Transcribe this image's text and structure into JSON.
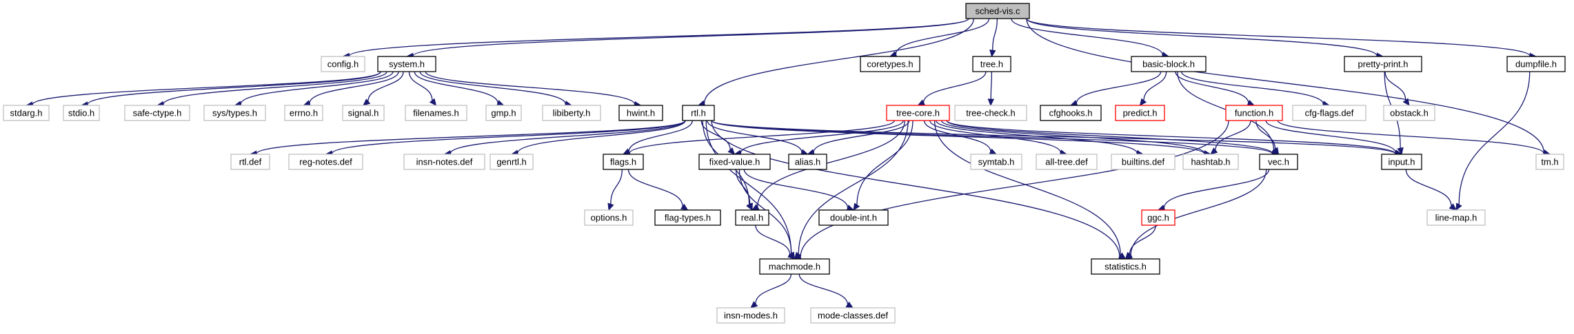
{
  "colors": {
    "edge": "#191970",
    "node_border": "#000000",
    "node_border_external": "#bfbfbf",
    "node_border_truncated": "#ff0000",
    "root_fill": "#bfbfbf"
  },
  "nodes": [
    {
      "id": "sched-vis",
      "label": "sched-vis.c",
      "kind": "root"
    },
    {
      "id": "config",
      "label": "config.h",
      "kind": "gray"
    },
    {
      "id": "system",
      "label": "system.h",
      "kind": "normal"
    },
    {
      "id": "coretypes",
      "label": "coretypes.h",
      "kind": "normal"
    },
    {
      "id": "tree",
      "label": "tree.h",
      "kind": "normal"
    },
    {
      "id": "basic-block",
      "label": "basic-block.h",
      "kind": "normal"
    },
    {
      "id": "pretty-print",
      "label": "pretty-print.h",
      "kind": "normal"
    },
    {
      "id": "dumpfile",
      "label": "dumpfile.h",
      "kind": "normal"
    },
    {
      "id": "stdarg",
      "label": "stdarg.h",
      "kind": "gray"
    },
    {
      "id": "stdio",
      "label": "stdio.h",
      "kind": "gray"
    },
    {
      "id": "safe-ctype",
      "label": "safe-ctype.h",
      "kind": "gray"
    },
    {
      "id": "sys-types",
      "label": "sys/types.h",
      "kind": "gray"
    },
    {
      "id": "errno",
      "label": "errno.h",
      "kind": "gray"
    },
    {
      "id": "signal",
      "label": "signal.h",
      "kind": "gray"
    },
    {
      "id": "filenames",
      "label": "filenames.h",
      "kind": "gray"
    },
    {
      "id": "gmp",
      "label": "gmp.h",
      "kind": "gray"
    },
    {
      "id": "libiberty",
      "label": "libiberty.h",
      "kind": "gray"
    },
    {
      "id": "hwint",
      "label": "hwint.h",
      "kind": "normal"
    },
    {
      "id": "rtl",
      "label": "rtl.h",
      "kind": "normal"
    },
    {
      "id": "tree-core",
      "label": "tree-core.h",
      "kind": "red"
    },
    {
      "id": "tree-check",
      "label": "tree-check.h",
      "kind": "gray"
    },
    {
      "id": "cfghooks",
      "label": "cfghooks.h",
      "kind": "normal"
    },
    {
      "id": "predict",
      "label": "predict.h",
      "kind": "red"
    },
    {
      "id": "function",
      "label": "function.h",
      "kind": "red"
    },
    {
      "id": "cfg-flags",
      "label": "cfg-flags.def",
      "kind": "gray"
    },
    {
      "id": "obstack",
      "label": "obstack.h",
      "kind": "gray"
    },
    {
      "id": "rtl-def",
      "label": "rtl.def",
      "kind": "gray"
    },
    {
      "id": "reg-notes",
      "label": "reg-notes.def",
      "kind": "gray"
    },
    {
      "id": "insn-notes",
      "label": "insn-notes.def",
      "kind": "gray"
    },
    {
      "id": "genrtl",
      "label": "genrtl.h",
      "kind": "gray"
    },
    {
      "id": "flags",
      "label": "flags.h",
      "kind": "normal"
    },
    {
      "id": "fixed-value",
      "label": "fixed-value.h",
      "kind": "normal"
    },
    {
      "id": "alias",
      "label": "alias.h",
      "kind": "normal"
    },
    {
      "id": "symtab",
      "label": "symtab.h",
      "kind": "gray"
    },
    {
      "id": "all-tree",
      "label": "all-tree.def",
      "kind": "gray"
    },
    {
      "id": "builtins",
      "label": "builtins.def",
      "kind": "gray"
    },
    {
      "id": "hashtab",
      "label": "hashtab.h",
      "kind": "gray"
    },
    {
      "id": "vec",
      "label": "vec.h",
      "kind": "normal"
    },
    {
      "id": "input",
      "label": "input.h",
      "kind": "normal"
    },
    {
      "id": "tm",
      "label": "tm.h",
      "kind": "gray"
    },
    {
      "id": "options",
      "label": "options.h",
      "kind": "gray"
    },
    {
      "id": "flag-types",
      "label": "flag-types.h",
      "kind": "normal"
    },
    {
      "id": "real",
      "label": "real.h",
      "kind": "normal"
    },
    {
      "id": "double-int",
      "label": "double-int.h",
      "kind": "normal"
    },
    {
      "id": "ggc",
      "label": "ggc.h",
      "kind": "red"
    },
    {
      "id": "line-map",
      "label": "line-map.h",
      "kind": "gray"
    },
    {
      "id": "machmode",
      "label": "machmode.h",
      "kind": "normal"
    },
    {
      "id": "statistics",
      "label": "statistics.h",
      "kind": "normal"
    },
    {
      "id": "insn-modes",
      "label": "insn-modes.h",
      "kind": "gray"
    },
    {
      "id": "mode-classes",
      "label": "mode-classes.def",
      "kind": "gray"
    }
  ],
  "edges": [
    [
      "sched-vis",
      "config"
    ],
    [
      "sched-vis",
      "system"
    ],
    [
      "sched-vis",
      "coretypes"
    ],
    [
      "sched-vis",
      "tree"
    ],
    [
      "sched-vis",
      "basic-block"
    ],
    [
      "sched-vis",
      "pretty-print"
    ],
    [
      "sched-vis",
      "dumpfile"
    ],
    [
      "sched-vis",
      "rtl"
    ],
    [
      "sched-vis",
      "tm"
    ],
    [
      "system",
      "stdarg"
    ],
    [
      "system",
      "stdio"
    ],
    [
      "system",
      "safe-ctype"
    ],
    [
      "system",
      "sys-types"
    ],
    [
      "system",
      "errno"
    ],
    [
      "system",
      "signal"
    ],
    [
      "system",
      "filenames"
    ],
    [
      "system",
      "gmp"
    ],
    [
      "system",
      "libiberty"
    ],
    [
      "system",
      "hwint"
    ],
    [
      "tree",
      "tree-core"
    ],
    [
      "tree",
      "tree-check"
    ],
    [
      "basic-block",
      "cfghooks"
    ],
    [
      "basic-block",
      "predict"
    ],
    [
      "basic-block",
      "function"
    ],
    [
      "basic-block",
      "cfg-flags"
    ],
    [
      "basic-block",
      "vec"
    ],
    [
      "pretty-print",
      "obstack"
    ],
    [
      "pretty-print",
      "input"
    ],
    [
      "dumpfile",
      "line-map"
    ],
    [
      "rtl",
      "rtl-def"
    ],
    [
      "rtl",
      "reg-notes"
    ],
    [
      "rtl",
      "insn-notes"
    ],
    [
      "rtl",
      "genrtl"
    ],
    [
      "rtl",
      "flags"
    ],
    [
      "rtl",
      "fixed-value"
    ],
    [
      "rtl",
      "alias"
    ],
    [
      "rtl",
      "hashtab"
    ],
    [
      "rtl",
      "vec"
    ],
    [
      "rtl",
      "input"
    ],
    [
      "rtl",
      "real"
    ],
    [
      "rtl",
      "machmode"
    ],
    [
      "rtl",
      "statistics"
    ],
    [
      "tree-core",
      "flags"
    ],
    [
      "tree-core",
      "fixed-value"
    ],
    [
      "tree-core",
      "alias"
    ],
    [
      "tree-core",
      "symtab"
    ],
    [
      "tree-core",
      "all-tree"
    ],
    [
      "tree-core",
      "builtins"
    ],
    [
      "tree-core",
      "hashtab"
    ],
    [
      "tree-core",
      "vec"
    ],
    [
      "tree-core",
      "input"
    ],
    [
      "tree-core",
      "real"
    ],
    [
      "tree-core",
      "double-int"
    ],
    [
      "tree-core",
      "machmode"
    ],
    [
      "tree-core",
      "statistics"
    ],
    [
      "function",
      "hashtab"
    ],
    [
      "function",
      "vec"
    ],
    [
      "function",
      "input"
    ],
    [
      "function",
      "tm"
    ],
    [
      "function",
      "machmode"
    ],
    [
      "flags",
      "options"
    ],
    [
      "flags",
      "flag-types"
    ],
    [
      "fixed-value",
      "real"
    ],
    [
      "fixed-value",
      "double-int"
    ],
    [
      "fixed-value",
      "machmode"
    ],
    [
      "vec",
      "ggc"
    ],
    [
      "vec",
      "statistics"
    ],
    [
      "input",
      "line-map"
    ],
    [
      "real",
      "machmode"
    ],
    [
      "ggc",
      "statistics"
    ],
    [
      "machmode",
      "insn-modes"
    ],
    [
      "machmode",
      "mode-classes"
    ]
  ]
}
